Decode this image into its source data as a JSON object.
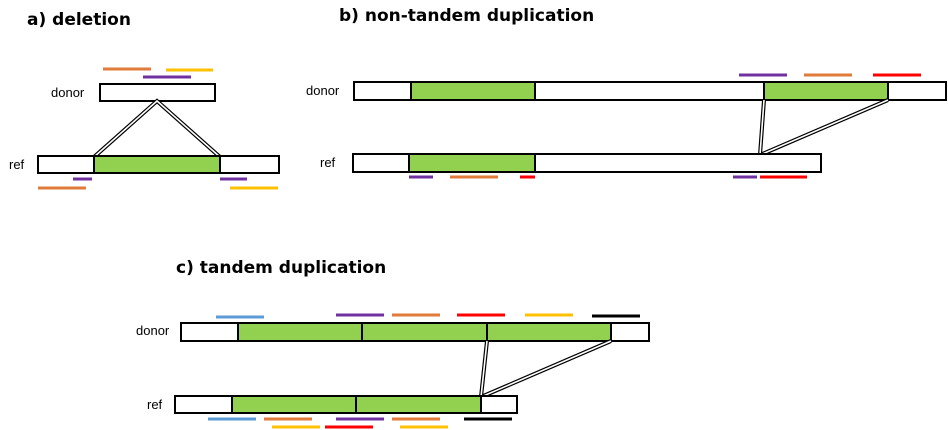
{
  "panels": {
    "deletion": {
      "title": "a) deletion",
      "donor_label": "donor",
      "ref_label": "ref"
    },
    "non_tandem": {
      "title": "b) non-tandem duplication",
      "donor_label": "donor",
      "ref_label": "ref"
    },
    "tandem": {
      "title": "c) tandem duplication",
      "donor_label": "donor",
      "ref_label": "ref"
    }
  },
  "colors": {
    "segment_fill": "#92d050",
    "outline": "#000000",
    "read_orange": "#e07b39",
    "read_purple": "#7030a0",
    "read_yellow": "#ffc000",
    "read_red": "#ff0000",
    "read_blue": "#5b9bd5",
    "read_black": "#000000"
  }
}
